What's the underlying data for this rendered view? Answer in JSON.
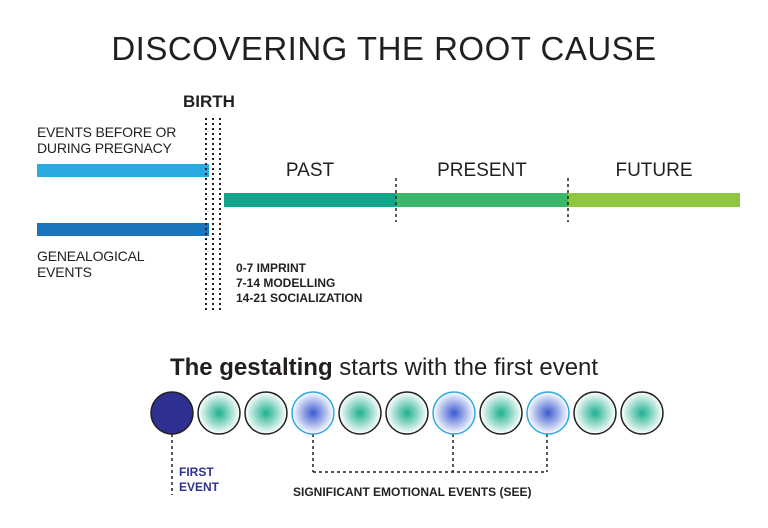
{
  "title": "DISCOVERING THE ROOT CAUSE",
  "birth_label": "BIRTH",
  "before_label_line1": "EVENTS BEFORE OR",
  "before_label_line2": "DURING PREGNACY",
  "genealogical_label_line1": "GENEALOGICAL",
  "genealogical_label_line2": "EVENTS",
  "timeline": {
    "segments": [
      {
        "label": "PAST",
        "color": "#12a58c"
      },
      {
        "label": "PRESENT",
        "color": "#3db86a"
      },
      {
        "label": "FUTURE",
        "color": "#8dc63f"
      }
    ],
    "before_bar_color": "#29abe2",
    "genealogical_bar_color": "#1b75bc"
  },
  "stages": [
    "0-7 IMPRINT",
    "7-14 MODELLING",
    "14-21 SOCIALIZATION"
  ],
  "gestalt_bold": "The gestalting",
  "gestalt_rest": " starts with the first event",
  "events": [
    {
      "type": "first"
    },
    {
      "type": "normal"
    },
    {
      "type": "normal"
    },
    {
      "type": "significant"
    },
    {
      "type": "normal"
    },
    {
      "type": "normal"
    },
    {
      "type": "significant"
    },
    {
      "type": "normal"
    },
    {
      "type": "significant"
    },
    {
      "type": "normal"
    },
    {
      "type": "normal"
    }
  ],
  "first_event_line1": "FIRST",
  "first_event_line2": "EVENT",
  "see_label": "SIGNIFICANT EMOTIONAL EVENTS (SEE)",
  "colors": {
    "first_event": "#2e3192",
    "significant_ring": "#29abe2",
    "significant_center": "#3a5bd0",
    "normal_center": "#1fb08f"
  }
}
